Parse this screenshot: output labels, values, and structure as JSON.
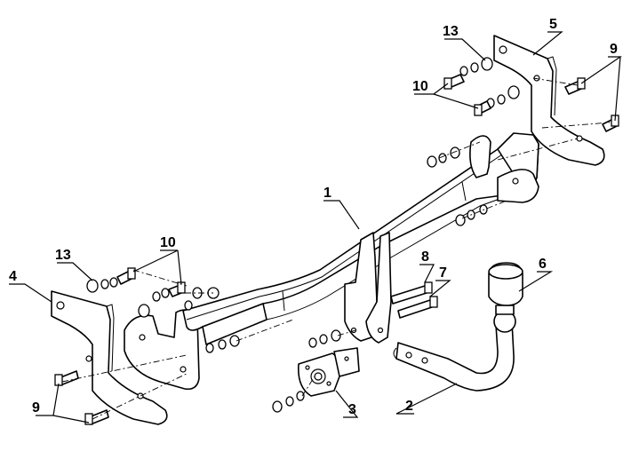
{
  "labels": {
    "l1": "1",
    "l2": "2",
    "l3": "3",
    "l4": "4",
    "l5": "5",
    "l6": "6",
    "l7": "7",
    "l8": "8",
    "l9_left": "9",
    "l9_right": "9",
    "l10_left": "10",
    "l10_right": "10",
    "l13_left": "13",
    "l13_right": "13"
  }
}
